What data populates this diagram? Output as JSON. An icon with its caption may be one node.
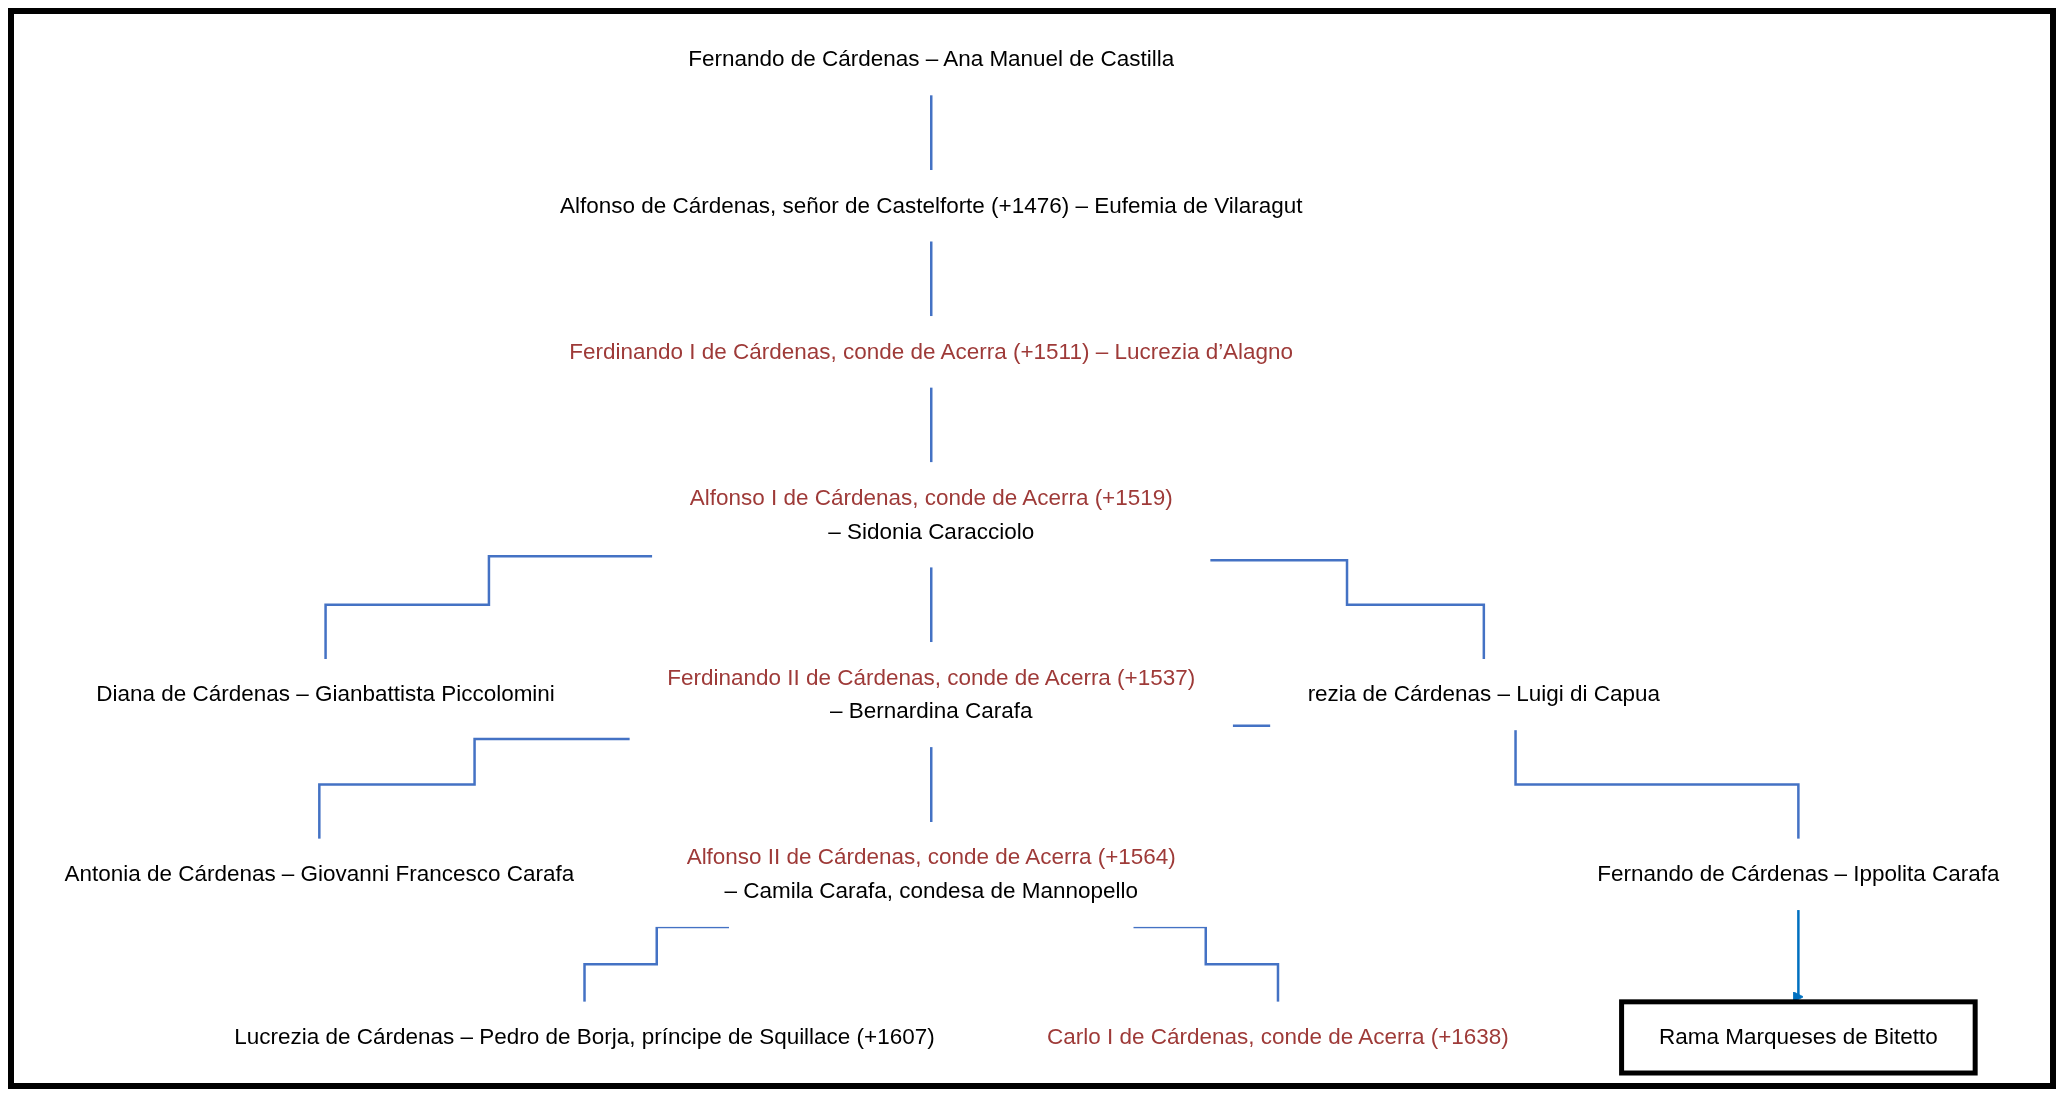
{
  "diagram": {
    "nodes": [
      {
        "text": [
          "Fernando de Cárdenas – Ana Manuel de Castilla"
        ]
      },
      {
        "text": [
          "Alfonso de Cárdenas, señor de Castelforte (+1476) – Eufemia de Vilaragut"
        ]
      },
      {
        "text": [
          "Ferdinando I de Cárdenas, conde de Acerra (+1511) – Lucrezia d’Alagno"
        ]
      },
      {
        "text": [
          "Alfonso I de Cárdenas, conde de Acerra (+1519)",
          "– Sidonia Caracciolo"
        ]
      },
      {
        "text": [
          "Diana de Cárdenas – Gianbattista Piccolomini"
        ]
      },
      {
        "text": [
          "Ferdinando II de Cárdenas, conde de Acerra (+1537)",
          "– Bernardina Carafa"
        ]
      },
      {
        "text": [
          "rezia de Cárdenas – Luigi di Capua"
        ]
      },
      {
        "text": [
          "Antonia de Cárdenas – Giovanni Francesco Carafa"
        ]
      },
      {
        "text": [
          "Alfonso II de Cárdenas, conde de Acerra (+1564)",
          "– Camila Carafa, condesa de Mannopello"
        ]
      },
      {
        "text": [
          "Fernando de Cárdenas – Ippolita Carafa"
        ]
      },
      {
        "text": [
          "Lucrezia de Cárdenas – Pedro de Borja, príncipe de Squillace (+1607)"
        ]
      },
      {
        "text": [
          "Carlo I de Cárdenas, conde de Acerra (+1638)"
        ]
      },
      {
        "text": [
          "Rama Marqueses de Bitetto"
        ]
      }
    ],
    "edges": [
      {
        "from": 0,
        "to": 1,
        "arrow": "none"
      },
      {
        "from": 1,
        "to": 2,
        "arrow": "none"
      },
      {
        "from": 2,
        "to": 3,
        "arrow": "none"
      },
      {
        "from": 3,
        "to": 4,
        "arrow": "none"
      },
      {
        "from": 3,
        "to": 5,
        "arrow": "none"
      },
      {
        "from": 3,
        "to": 6,
        "arrow": "none"
      },
      {
        "from": 5,
        "to": 7,
        "arrow": "none"
      },
      {
        "from": 5,
        "to": 8,
        "arrow": "none"
      },
      {
        "from": 5,
        "to": 9,
        "arrow": "none"
      },
      {
        "from": 8,
        "to": 10,
        "arrow": "none"
      },
      {
        "from": 8,
        "to": 11,
        "arrow": "none"
      },
      {
        "from": 9,
        "to": 12,
        "arrow": "to"
      }
    ]
  }
}
